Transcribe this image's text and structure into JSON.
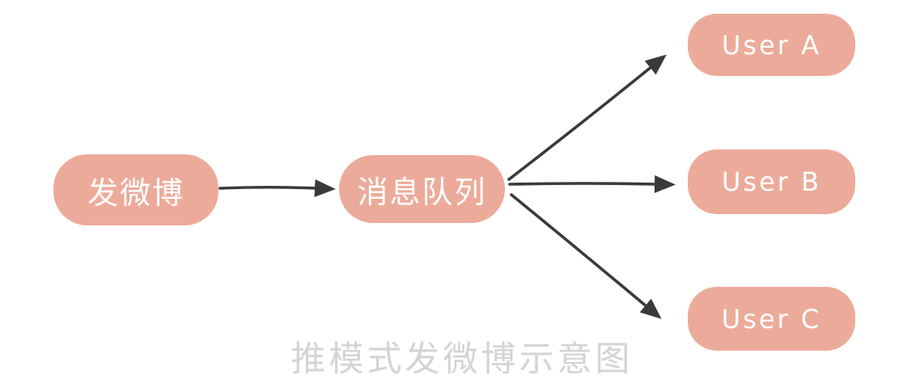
{
  "diagram": {
    "caption": "推模式发微博示意图",
    "nodes": {
      "publish": {
        "label": "发微博"
      },
      "queue": {
        "label": "消息队列"
      },
      "user_a": {
        "label": "User A"
      },
      "user_b": {
        "label": "User B"
      },
      "user_c": {
        "label": "User C"
      }
    },
    "edges": [
      {
        "from": "publish",
        "to": "queue"
      },
      {
        "from": "queue",
        "to": "user_a"
      },
      {
        "from": "queue",
        "to": "user_b"
      },
      {
        "from": "queue",
        "to": "user_c"
      }
    ],
    "colors": {
      "node_fill": "#ECAB9A",
      "node_text": "#FFFFFF",
      "arrow": "#3A3A3A",
      "caption": "#D4D4D4",
      "background": "#FFFFFF"
    }
  }
}
